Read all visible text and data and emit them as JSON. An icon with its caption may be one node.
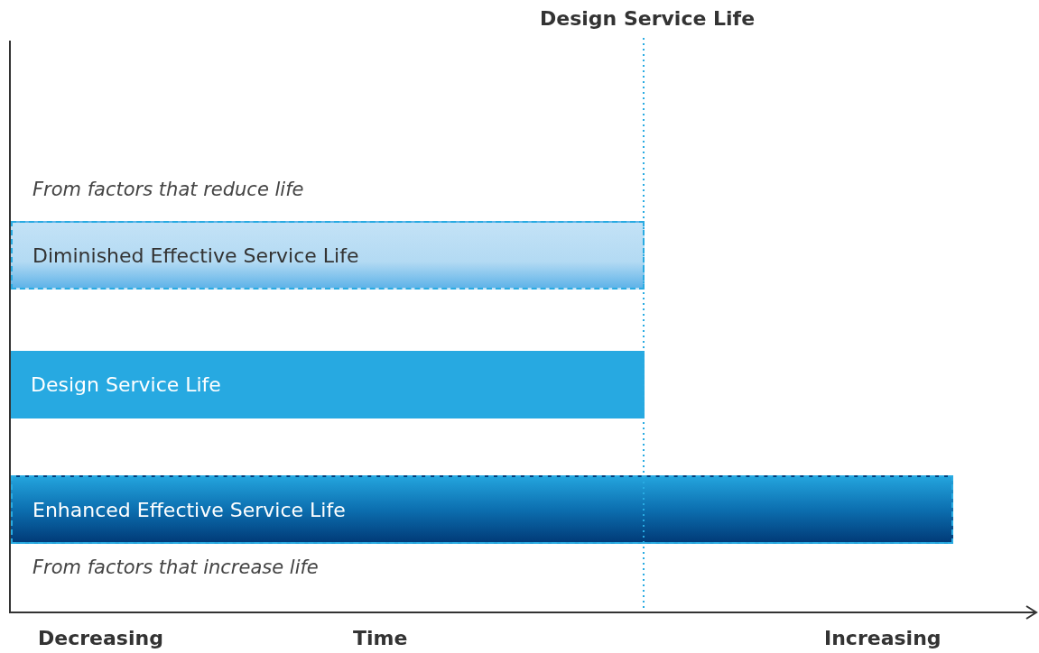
{
  "diagram": {
    "nodes": [
      {
        "text": [
          "Diminished Effective Service Life"
        ],
        "beside": [
          "From factors that reduce life"
        ]
      },
      {
        "text": [
          "Design Service Life"
        ]
      },
      {
        "text": [
          "Enhanced Effective Service Life"
        ],
        "beside": [
          "From factors that increase life"
        ]
      }
    ],
    "labels": [
      "Design Service Life",
      "Decreasing",
      "Time",
      "Increasing"
    ]
  }
}
